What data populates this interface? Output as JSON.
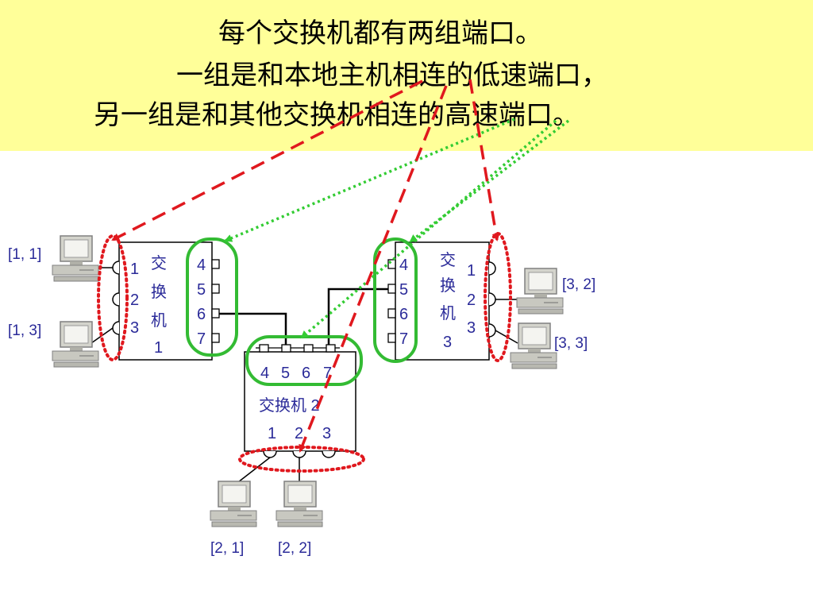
{
  "banner": {
    "line1": "每个交换机都有两组端口。",
    "line2": "一组是和本地主机相连的低速端口，",
    "line3": "另一组是和其他交换机相连的高速端口。"
  },
  "switch1": {
    "c1": "交",
    "c2": "换",
    "c3": "机",
    "c4": "1",
    "low_ports": [
      "1",
      "2",
      "3"
    ],
    "high_ports": [
      "4",
      "5",
      "6",
      "7"
    ]
  },
  "switch2": {
    "name": "交换机 2",
    "low_ports": [
      "1",
      "2",
      "3"
    ],
    "high_ports": [
      "4",
      "5",
      "6",
      "7"
    ]
  },
  "switch3": {
    "c1": "交",
    "c2": "换",
    "c3": "机",
    "c4": "3",
    "low_ports": [
      "1",
      "2",
      "3"
    ],
    "high_ports": [
      "4",
      "5",
      "6",
      "7"
    ]
  },
  "hosts": {
    "h11": "[1, 1]",
    "h13": "[1, 3]",
    "h21": "[2, 1]",
    "h22": "[2, 2]",
    "h32": "[3, 2]",
    "h33": "[3, 3]"
  },
  "colors": {
    "banner": "#ffff99",
    "text": "#2b2b99",
    "low_speed_arrow": "#e0181e",
    "high_speed_arrow": "#33cc33",
    "high_port_ring": "#33bb33"
  }
}
